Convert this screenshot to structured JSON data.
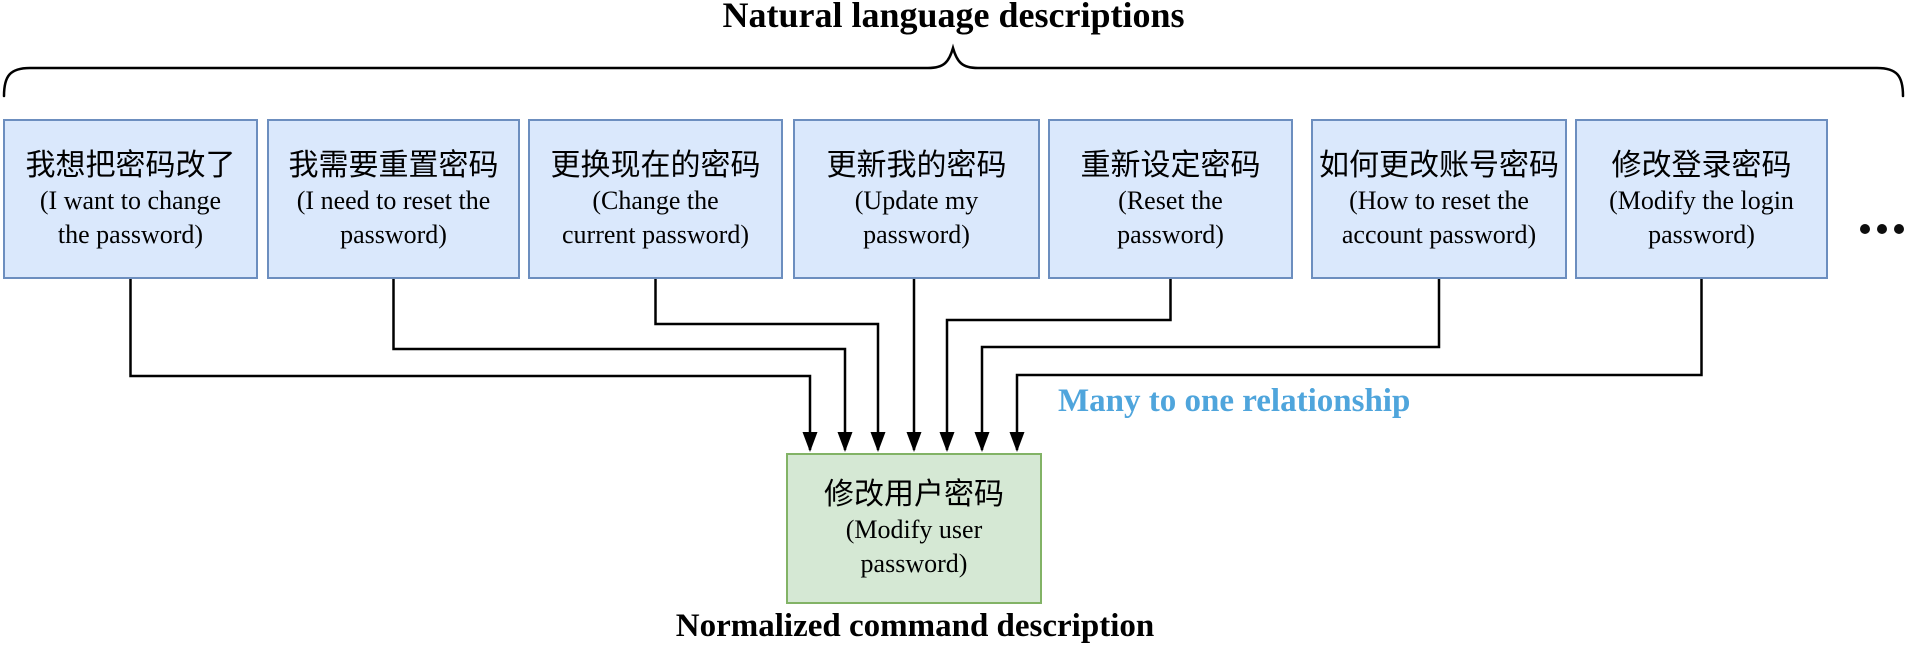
{
  "title": "Natural language descriptions",
  "bottom_caption": "Normalized command description",
  "relationship_label": "Many to one relationship",
  "colors": {
    "box_fill": "#dae8fc",
    "box_border": "#6c8ebf",
    "normalized_fill": "#d5e8d4",
    "normalized_border": "#82b366",
    "relationship_text": "#4fa5dc",
    "line": "#000000"
  },
  "descriptions": [
    {
      "zh": "我想把密码改了",
      "en": "(I want to change\nthe password)"
    },
    {
      "zh": "我需要重置密码",
      "en": "(I need to reset the\npassword)"
    },
    {
      "zh": "更换现在的密码",
      "en": "(Change the\ncurrent password)"
    },
    {
      "zh": "更新我的密码",
      "en": "(Update my\npassword)"
    },
    {
      "zh": "重新设定密码",
      "en": "(Reset the\npassword)"
    },
    {
      "zh": "如何更改账号密码",
      "en": "(How to reset the\naccount password)"
    },
    {
      "zh": "修改登录密码",
      "en": "(Modify the login\npassword)"
    }
  ],
  "normalized": {
    "zh": "修改用户密码",
    "en": "(Modify user\npassword)"
  }
}
